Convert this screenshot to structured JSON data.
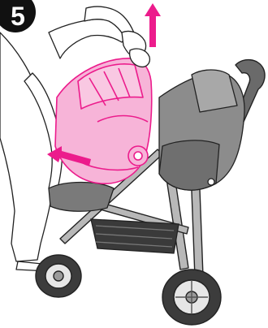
{
  "step": {
    "number": "5"
  },
  "illustration": {
    "subject": "stroller-with-infant-car-seat",
    "action": "lift-car-seat-off-stroller",
    "arrows": [
      "up-arrow",
      "left-arrow"
    ]
  },
  "colors": {
    "highlight": "#ec1c8c",
    "highlight_fill": "#f7b4d8",
    "stroller_gray": "#8a8a8a",
    "stroller_dark": "#5a5a5a",
    "outline": "#222222",
    "badge": "#111111"
  }
}
